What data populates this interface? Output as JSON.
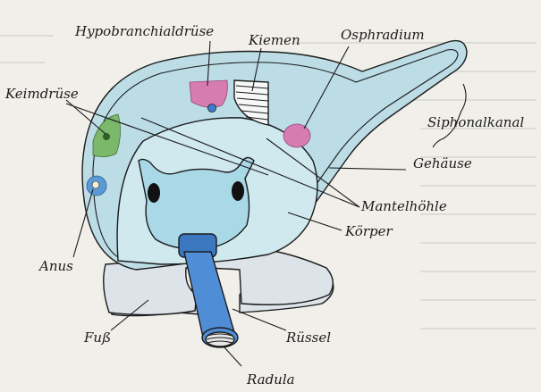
{
  "labels": {
    "hypobranchialdruese": "Hypobranchialdrüse",
    "kiemen": "Kiemen",
    "osphradium": "Osphradium",
    "keimdruese": "Keimdrüse",
    "siphonalkanal": "Siphonalkanal",
    "gehaeuse": "Gehäuse",
    "mantelhoehle": "Mantelhöhle",
    "koerper": "Körper",
    "anus": "Anus",
    "fuss": "Fuß",
    "ruessel": "Rüssel",
    "radula": "Radula"
  },
  "colors": {
    "shell": "#bcdde6",
    "body": "#cfe9ee",
    "foot": "#dce4ea",
    "head": "#a9d8e6",
    "proboscis": "#4f8ed6",
    "hypobranchial_gland": "#d77bb3",
    "osphradium": "#d77bb3",
    "gonad": "#7bb86a",
    "anus": "#5b9bd5"
  }
}
